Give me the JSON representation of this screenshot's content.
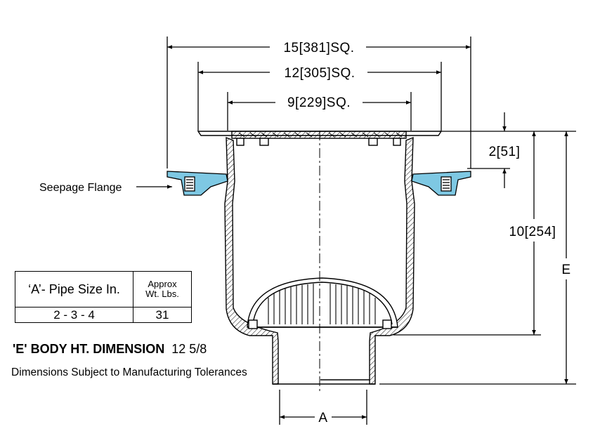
{
  "dimensions": {
    "overall_width": "15[381]SQ.",
    "top_width": "12[305]SQ.",
    "grate_width": "9[229]SQ.",
    "flange_height": "2[51]",
    "body_height": "10[254]",
    "e_label": "E",
    "pipe_label": "A"
  },
  "callouts": {
    "seepage_flange": "Seepage Flange"
  },
  "table": {
    "col1_header": "‘A’- Pipe Size In.",
    "col2_header_line1": "Approx",
    "col2_header_line2": "Wt. Lbs.",
    "pipe_sizes": "2 - 3 - 4",
    "weight": "31"
  },
  "e_body": {
    "label": "'E' BODY HT. DIMENSION",
    "value": "12 5/8"
  },
  "note": "Dimensions Subject to Manufacturing Tolerances",
  "colors": {
    "line": "#000000",
    "flange_fill": "#7ec8e3"
  }
}
